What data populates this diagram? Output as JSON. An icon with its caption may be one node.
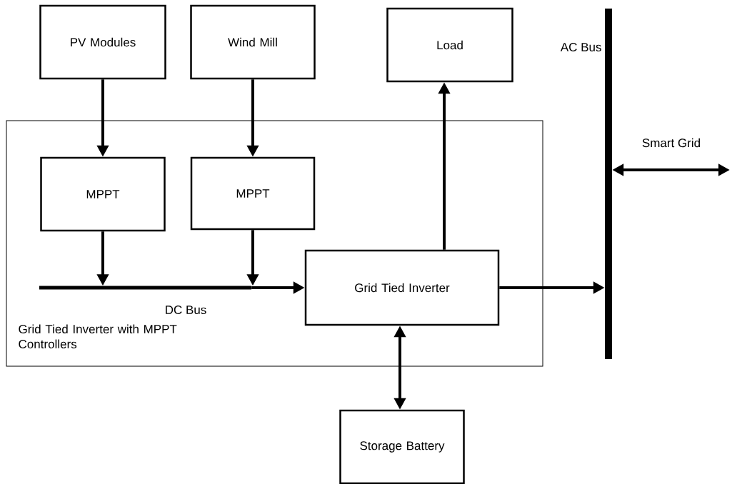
{
  "diagram": {
    "nodes": [
      {
        "text": [
          "PV Modules"
        ]
      },
      {
        "text": [
          "Wind Mill"
        ]
      },
      {
        "text": [
          "Load"
        ]
      },
      {
        "text": [
          "Grid Tied Inverter with MPPT Controllers"
        ]
      },
      {
        "text": [
          "MPPT"
        ],
        "in": 3
      },
      {
        "text": [
          "MPPT"
        ],
        "in": 3
      },
      {
        "text": [
          "Grid Tied Inverter"
        ],
        "in": 3
      },
      {
        "text": [
          "Storage Battery"
        ]
      },
      {
        "text": [
          "AC Bus"
        ]
      },
      {
        "text": [
          "DC Bus"
        ],
        "in": 3
      }
    ],
    "edges": [
      {
        "from": 0,
        "to": 4,
        "arrow": "to"
      },
      {
        "from": 1,
        "to": 5,
        "arrow": "to"
      },
      {
        "from": 4,
        "to": 9,
        "arrow": "to"
      },
      {
        "from": 5,
        "to": 9,
        "arrow": "to"
      },
      {
        "from": 9,
        "to": 6,
        "arrow": "to"
      },
      {
        "from": 6,
        "to": 2,
        "arrow": "to"
      },
      {
        "from": 6,
        "to": 8,
        "arrow": "to"
      },
      {
        "from": 6,
        "to": 7,
        "arrow": "both"
      },
      {
        "from": 8,
        "to": null,
        "arrow": "both",
        "label": "Smart Grid"
      }
    ]
  }
}
